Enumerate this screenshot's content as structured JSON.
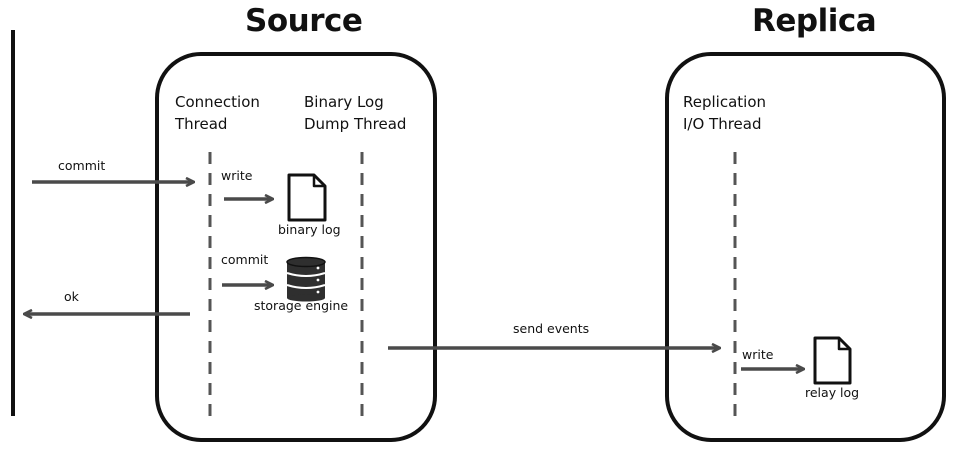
{
  "source": {
    "title": "Source",
    "connection_thread": [
      "Connection",
      "Thread"
    ],
    "dump_thread": [
      "Binary Log",
      "Dump Thread"
    ],
    "write_label": "write",
    "binary_log_label": "binary log",
    "commit_label": "commit",
    "storage_engine_label": "storage engine"
  },
  "replica": {
    "title": "Replica",
    "io_thread": [
      "Replication",
      "I/O Thread"
    ],
    "write_label": "write",
    "relay_log_label": "relay log"
  },
  "client": {
    "commit_label": "commit",
    "ok_label": "ok"
  },
  "send_events_label": "send events",
  "icons": {
    "binary_log": "document-icon",
    "storage_engine": "database-icon",
    "relay_log": "document-icon"
  },
  "colors": {
    "box_border": "#111111",
    "arrow": "#4a4a4a",
    "dashed_line": "#555555",
    "database_fill": "#2f2f2f"
  }
}
